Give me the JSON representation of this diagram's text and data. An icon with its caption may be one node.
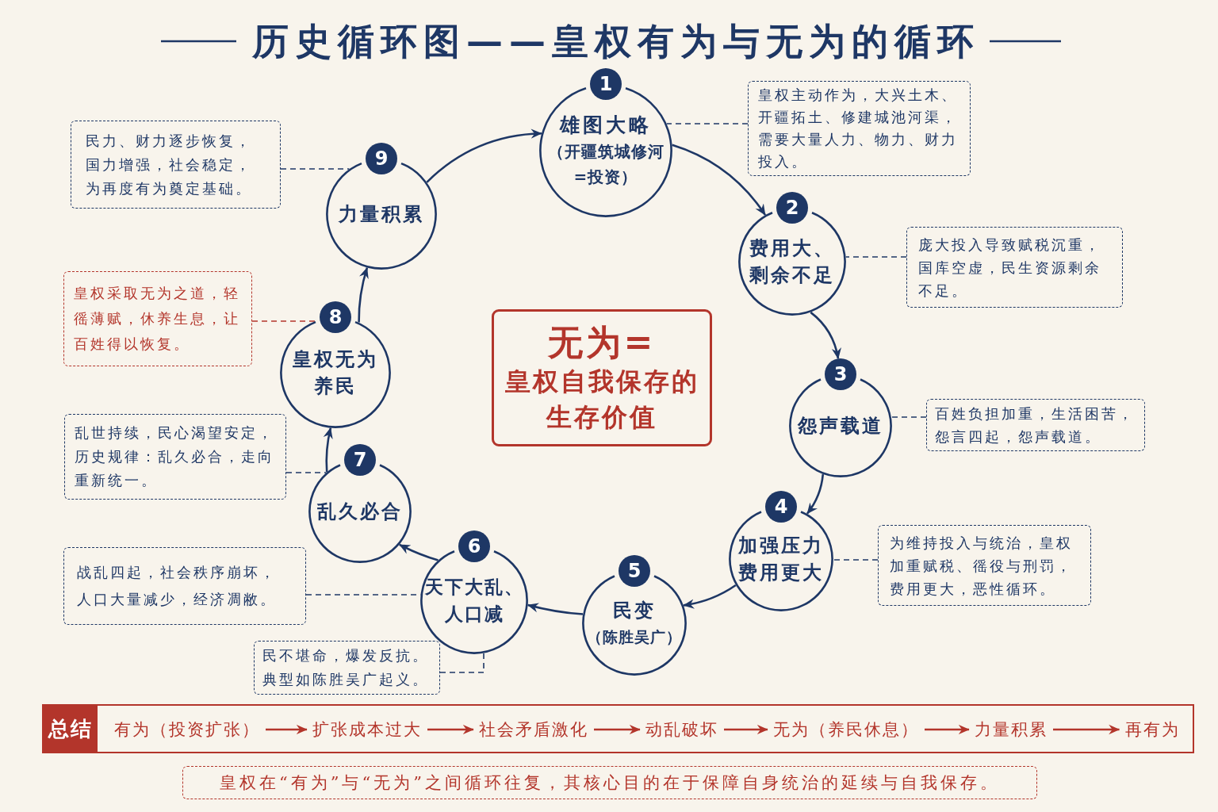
{
  "diagram": {
    "title": "历史循环图——皇权有为与无为的循环",
    "nodes": [
      {
        "text": [
          "1",
          "雄图大略",
          "（开疆筑城修河=投资）"
        ]
      },
      {
        "text": [
          "2",
          "费用大、剩余不足"
        ]
      },
      {
        "text": [
          "3",
          "怨声载道"
        ]
      },
      {
        "text": [
          "4",
          "加强压力费用更大"
        ]
      },
      {
        "text": [
          "5",
          "民变",
          "（陈胜吴广）"
        ]
      },
      {
        "text": [
          "6",
          "天下大乱、人口减"
        ]
      },
      {
        "text": [
          "7",
          "乱久必合"
        ]
      },
      {
        "text": [
          "8",
          "皇权无为养民"
        ]
      },
      {
        "text": [
          "9",
          "力量积累"
        ]
      },
      {
        "text": [
          "皇权主动作为，大兴土木、开疆拓土、修建城池河渠，需要大量人力、物力、财力投入。"
        ]
      },
      {
        "text": [
          "庞大投入导致赋税沉重，国库空虚，民生资源剩余不足。"
        ]
      },
      {
        "text": [
          "百姓负担加重，生活困苦，怨言四起，怨声载道。"
        ]
      },
      {
        "text": [
          "为维持投入与统治，皇权加重赋税、徭役与刑罚，费用更大，恶性循环。"
        ]
      },
      {
        "text": [
          "民不堪命，爆发反抗。典型如陈胜吴广起义。"
        ]
      },
      {
        "text": [
          "战乱四起，社会秩序崩坏，人口大量减少，经济凋敝。"
        ]
      },
      {
        "text": [
          "乱世持续，民心渴望安定，历史规律：乱久必合，走向重新统一。"
        ]
      },
      {
        "text": [
          "皇权采取无为之道，轻徭薄赋，休养生息，让百姓得以恢复。"
        ]
      },
      {
        "text": [
          "民力、财力逐步恢复，国力增强，社会稳定，为再度有为奠定基础。"
        ]
      },
      {
        "text": [
          "无为=",
          "皇权自我保存的生存价值"
        ]
      },
      {
        "text": [
          "总结"
        ]
      },
      {
        "text": [
          "有为（投资扩张）"
        ],
        "in": 19
      },
      {
        "text": [
          "扩张成本过大"
        ],
        "in": 19
      },
      {
        "text": [
          "社会矛盾激化"
        ],
        "in": 19
      },
      {
        "text": [
          "动乱破坏"
        ],
        "in": 19
      },
      {
        "text": [
          "无为（养民休息）"
        ],
        "in": 19
      },
      {
        "text": [
          "力量积累"
        ],
        "in": 19
      },
      {
        "text": [
          "再有为"
        ],
        "in": 19
      },
      {
        "text": [
          "皇权在“有为”与“无为”之间循环往复，其核心目的在于保障自身统治的延续与自我保存。"
        ]
      }
    ],
    "edges": [
      {
        "from": 0,
        "to": 1,
        "arrow": "to"
      },
      {
        "from": 1,
        "to": 2,
        "arrow": "to"
      },
      {
        "from": 2,
        "to": 3,
        "arrow": "to"
      },
      {
        "from": 3,
        "to": 4,
        "arrow": "to"
      },
      {
        "from": 4,
        "to": 5,
        "arrow": "to"
      },
      {
        "from": 5,
        "to": 6,
        "arrow": "to"
      },
      {
        "from": 6,
        "to": 7,
        "arrow": "to"
      },
      {
        "from": 7,
        "to": 8,
        "arrow": "to"
      },
      {
        "from": 8,
        "to": 0,
        "arrow": "to"
      },
      {
        "from": 9,
        "to": 0,
        "arrow": "none",
        "style": "dashed"
      },
      {
        "from": 10,
        "to": 1,
        "arrow": "none",
        "style": "dashed"
      },
      {
        "from": 11,
        "to": 2,
        "arrow": "none",
        "style": "dashed"
      },
      {
        "from": 12,
        "to": 3,
        "arrow": "none",
        "style": "dashed"
      },
      {
        "from": 13,
        "to": 5,
        "arrow": "none",
        "style": "dashed"
      },
      {
        "from": 14,
        "to": 5,
        "arrow": "none",
        "style": "dashed"
      },
      {
        "from": 15,
        "to": 6,
        "arrow": "none",
        "style": "dashed"
      },
      {
        "from": 16,
        "to": 7,
        "arrow": "none",
        "style": "dashed",
        "color": "#b3352b"
      },
      {
        "from": 17,
        "to": 8,
        "arrow": "none",
        "style": "dashed"
      },
      {
        "from": 20,
        "to": 21,
        "arrow": "to",
        "color": "#b3352b"
      },
      {
        "from": 21,
        "to": 22,
        "arrow": "to",
        "color": "#b3352b"
      },
      {
        "from": 22,
        "to": 23,
        "arrow": "to",
        "color": "#b3352b"
      },
      {
        "from": 23,
        "to": 24,
        "arrow": "to",
        "color": "#b3352b"
      },
      {
        "from": 24,
        "to": 25,
        "arrow": "to",
        "color": "#b3352b"
      },
      {
        "from": 25,
        "to": 26,
        "arrow": "to",
        "color": "#b3352b"
      }
    ]
  }
}
